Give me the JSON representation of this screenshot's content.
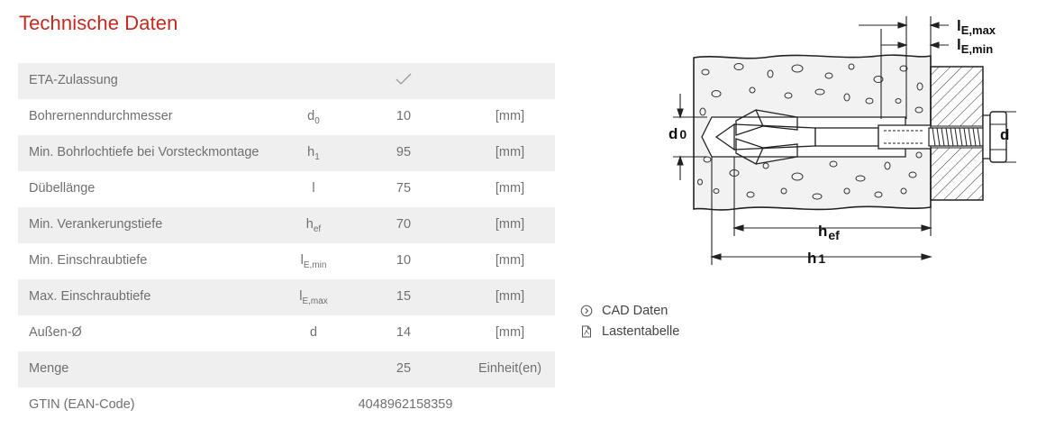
{
  "section_title": "Technische Daten",
  "specs": [
    {
      "label": "ETA-Zulassung",
      "symbol": "",
      "sub": "",
      "value": "",
      "unit": "",
      "check": true
    },
    {
      "label": "Bohrernenndurchmesser",
      "symbol": "d",
      "sub": "0",
      "value": "10",
      "unit": "[mm]"
    },
    {
      "label": "Min. Bohrlochtiefe bei Vorsteckmontage",
      "symbol": "h",
      "sub": "1",
      "value": "95",
      "unit": "[mm]"
    },
    {
      "label": "Dübellänge",
      "symbol": "l",
      "sub": "",
      "value": "75",
      "unit": "[mm]"
    },
    {
      "label": "Min. Verankerungstiefe",
      "symbol": "h",
      "sub": "ef",
      "value": "70",
      "unit": "[mm]"
    },
    {
      "label": "Min. Einschraubtiefe",
      "symbol": "l",
      "sub": "E,min",
      "value": "10",
      "unit": "[mm]"
    },
    {
      "label": "Max. Einschraubtiefe",
      "symbol": "l",
      "sub": "E,max",
      "value": "15",
      "unit": "[mm]"
    },
    {
      "label": "Außen-Ø",
      "symbol": "d",
      "sub": "",
      "value": "14",
      "unit": "[mm]"
    },
    {
      "label": "Menge",
      "symbol": "",
      "sub": "",
      "value": "25",
      "unit": "Einheit(en)"
    }
  ],
  "gtin": {
    "label": "GTIN (EAN-Code)",
    "value": "4048962158359"
  },
  "links": [
    {
      "label": "CAD Daten",
      "icon": "circle-chevron-right-icon"
    },
    {
      "label": "Lastentabelle",
      "icon": "pdf-file-icon"
    }
  ],
  "diagram": {
    "labels": {
      "le_max": "l",
      "le_max_sub": "E,max",
      "le_min": "l",
      "le_min_sub": "E,min",
      "d0": "d",
      "d0_sub": "0",
      "d": "d",
      "hef": "h",
      "hef_sub": "ef",
      "h1": "h",
      "h1_sub": "1"
    }
  }
}
